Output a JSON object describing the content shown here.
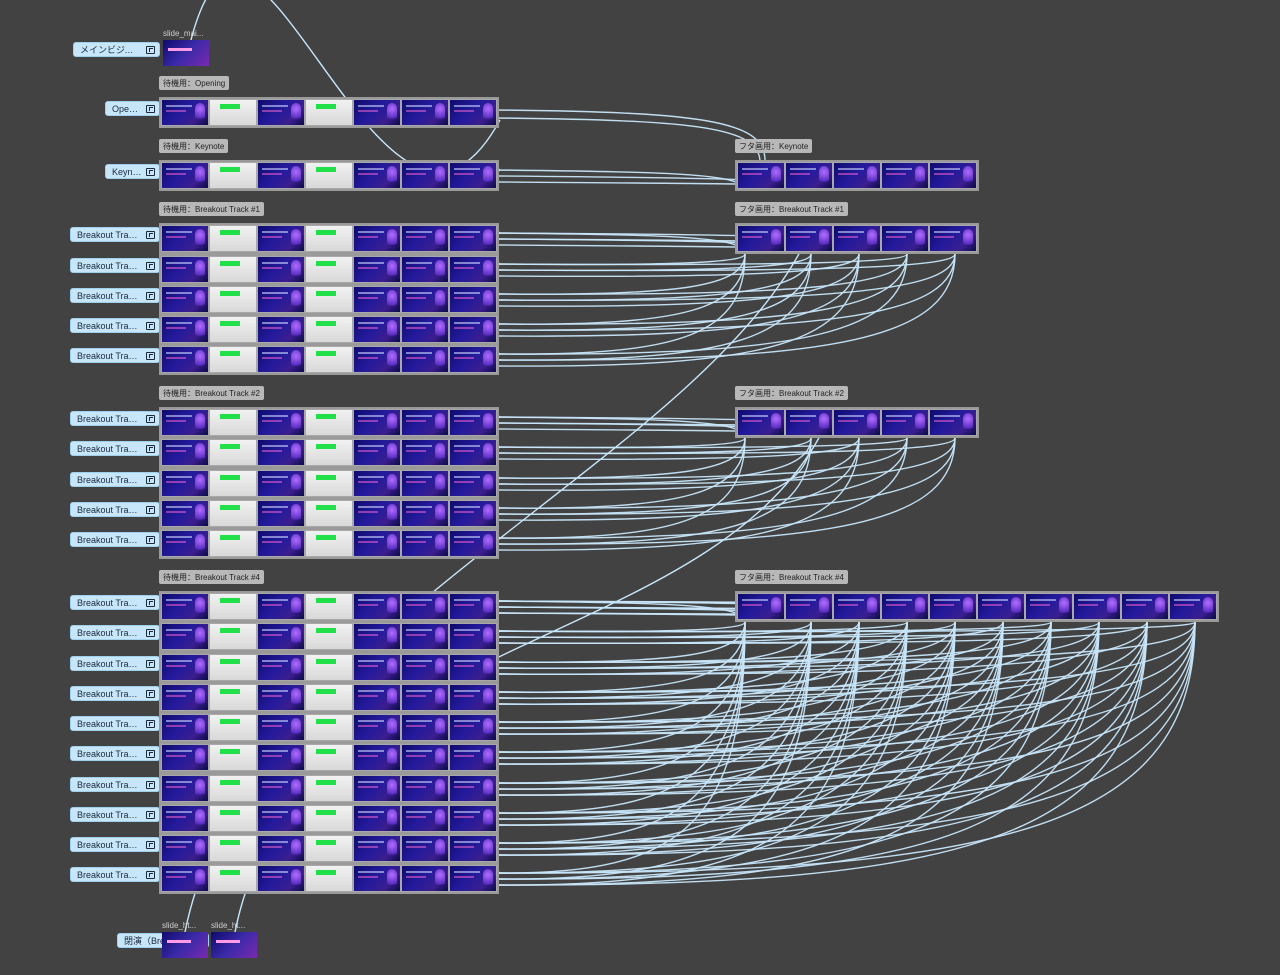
{
  "nodes": {
    "main_visual": {
      "title": "slide_mai...",
      "button": "メインビジュアル"
    },
    "closing": {
      "title_left": "slide_ht...",
      "title_right": "slide_ht...",
      "button": "閉演（Breakout ..."
    }
  },
  "groups": [
    {
      "id": "wait-opening",
      "label": "待機用：Opening",
      "buttons": [
        "Opening"
      ]
    },
    {
      "id": "wait-keynote",
      "label": "待機用：Keynote",
      "buttons": [
        "Keynote"
      ]
    },
    {
      "id": "wait-bt1",
      "label": "待機用：Breakout Track #1",
      "buttons": [
        "Breakout Track ...",
        "Breakout Track ...",
        "Breakout Track ...",
        "Breakout Track ...",
        "Breakout Track ..."
      ]
    },
    {
      "id": "wait-bt2",
      "label": "待機用：Breakout Track #2",
      "buttons": [
        "Breakout Track ...",
        "Breakout Track ...",
        "Breakout Track ...",
        "Breakout Track ...",
        "Breakout Track ..."
      ]
    },
    {
      "id": "wait-bt4",
      "label": "待機用：Breakout Track #4",
      "buttons": [
        "Breakout Track ...",
        "Breakout Track ...",
        "Breakout Track ...",
        "Breakout Track ...",
        "Breakout Track ...",
        "Breakout Track ...",
        "Breakout Track ...",
        "Breakout Track ...",
        "Breakout Track ...",
        "Breakout Track ..."
      ]
    }
  ],
  "lid_groups": [
    {
      "id": "lid-keynote",
      "label": "フタ画用：Keynote"
    },
    {
      "id": "lid-bt1",
      "label": "フタ画用：Breakout Track #1"
    },
    {
      "id": "lid-bt2",
      "label": "フタ画用：Breakout Track #2"
    },
    {
      "id": "lid-bt4",
      "label": "フタ画用：Breakout Track #4"
    }
  ],
  "icons": {
    "scene_button": "scene-open-icon"
  },
  "colors": {
    "background": "#424242",
    "wire": "#c8e6fa",
    "button": "#c8e6fa",
    "slide_accent": "#22e04a"
  }
}
